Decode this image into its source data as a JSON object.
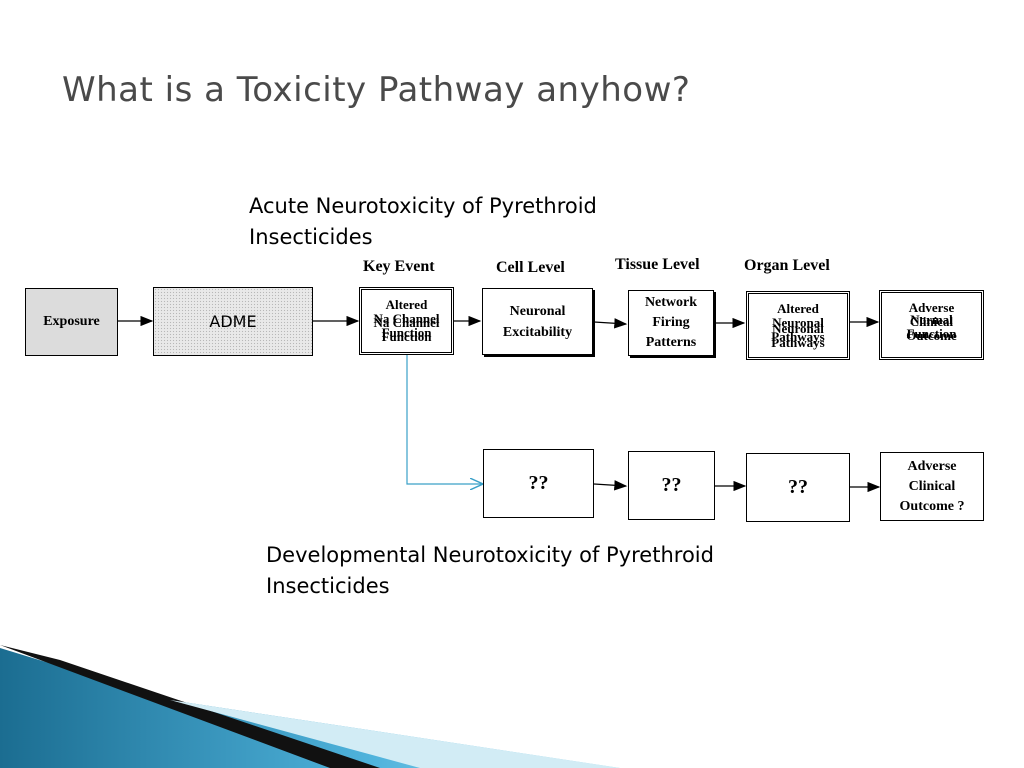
{
  "slide": {
    "title": "What is a Toxicity Pathway anyhow?",
    "caption_top_line1": "Acute Neurotoxicity of Pyrethroid",
    "caption_top_line2": "Insecticides",
    "caption_bottom_line1": "Developmental Neurotoxicity of Pyrethroid",
    "caption_bottom_line2": "Insecticides"
  },
  "headers": {
    "key_event": "Key Event",
    "cell_level": "Cell Level",
    "tissue_level": "Tissue Level",
    "organ_level": "Organ Level"
  },
  "top_row": {
    "exposure": "Exposure",
    "adme": "ADME",
    "key_event": {
      "a": [
        "Altered",
        "Na Channel",
        "Function"
      ],
      "b": [
        "Na Channel",
        "Function"
      ]
    },
    "cell": [
      "Neuronal",
      "Excitability"
    ],
    "tissue": [
      "Network",
      "Firing",
      "Patterns"
    ],
    "organ": {
      "a": [
        "Altered",
        "Neuronal",
        "Pathways"
      ],
      "b": [
        "Neuronal",
        "Pathways"
      ]
    },
    "outcome": {
      "a": [
        "Adverse",
        "Clinical",
        "Outcome"
      ],
      "b": [
        "Normal",
        "Function"
      ]
    }
  },
  "bottom_row": {
    "cell": "??",
    "tissue": "??",
    "organ": "??",
    "outcome": [
      "Adverse",
      "Clinical",
      "Outcome ?"
    ]
  },
  "colors": {
    "exposure_fill": "#dcdcdc",
    "adme_fill": "#e6e6e6",
    "branch_arrow": "#3aa0c8",
    "deco_blue_dark": "#1b6d91",
    "deco_blue_light": "#55b8df"
  }
}
